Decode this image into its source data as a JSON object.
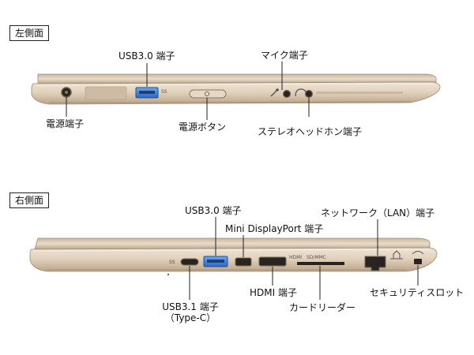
{
  "left_side": {
    "section_label": "左側面",
    "callouts": {
      "usb30": "USB3.0 端子",
      "mic": "マイク端子",
      "power_jack": "電源端子",
      "power_button": "電源ボタン",
      "headphone": "ステレオヘッドホン端子"
    },
    "icon_labels": {
      "ss": "SS"
    }
  },
  "right_side": {
    "section_label": "右側面",
    "callouts": {
      "usb30": "USB3.0 端子",
      "mini_dp": "Mini DisplayPort 端子",
      "lan": "ネットワーク（LAN）端子",
      "usb31": "USB3.1 端子",
      "usb31_sub": "（Type-C）",
      "hdmi": "HDMI 端子",
      "card_reader": "カードリーダー",
      "security_slot": "セキュリティスロット"
    },
    "port_labels": {
      "hdmi": "HDMI",
      "sd": "SD/MMC",
      "ss": "SS"
    }
  },
  "colors": {
    "chassis": "#d8c6ad",
    "chassis_dark": "#a08c74",
    "port_blue": "#3a7bd5",
    "leader": "#222222"
  }
}
